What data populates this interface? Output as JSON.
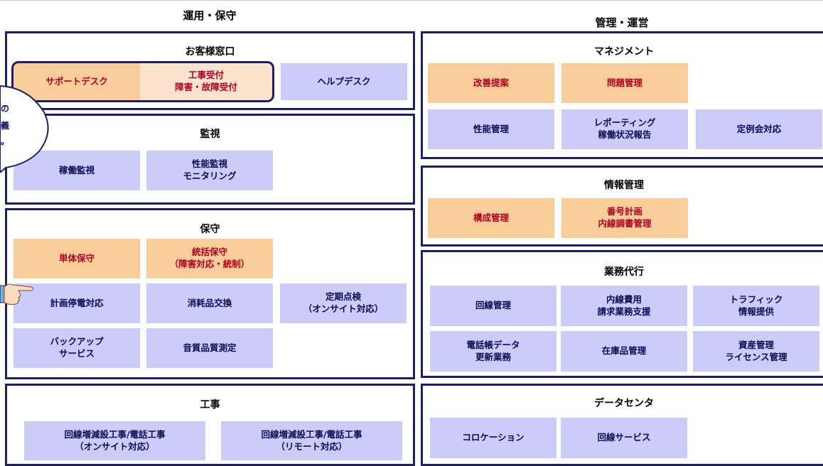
{
  "column_left_title": "運用・保守",
  "column_right_title": "管理・運営",
  "left": {
    "reception": {
      "title": "お客様窓口",
      "support_desk": "サポートデスク",
      "construction_reception": "工事受付\n障害・故障受付",
      "help_desk": "ヘルプデスク"
    },
    "monitoring": {
      "title": "監視",
      "operation_monitoring": "稼働監視",
      "performance_monitoring": "性能監視\nモニタリング"
    },
    "maintenance": {
      "title": "保守",
      "unit_maintenance": "単体保守",
      "integrated_maintenance": "統括保守\n（障害対応・統制）",
      "planned_outage": "計画停電対応",
      "consumables": "消耗品交換",
      "periodic_inspection": "定期点検\n（オンサイト対応）",
      "backup_service": "バックアップ\nサービス",
      "sound_quality": "音質品質測定"
    },
    "construction": {
      "title": "工事",
      "onsite": "回線増減設工事/電話工事\n（オンサイト対応）",
      "remote": "回線増減設工事/電話工事\n（リモート対応）"
    },
    "bubble_lines": [
      "の",
      "義",
      "。"
    ]
  },
  "right": {
    "management": {
      "title": "マネジメント",
      "improvement": "改善提案",
      "problem_management": "問題管理",
      "performance_management": "性能管理",
      "reporting": "レポーティング\n稼働状況報告",
      "regular_meeting": "定例会対応"
    },
    "information": {
      "title": "情報管理",
      "configuration": "構成管理",
      "numbering": "番号計画\n内線調書管理"
    },
    "agency": {
      "title": "業務代行",
      "line_management": "回線管理",
      "extension_billing": "内線費用\n請求業務支援",
      "traffic_info": "トラフィック\n情報提供",
      "phonebook": "電話帳データ\n更新業務",
      "inventory": "在庫品管理",
      "asset_license": "資産管理\nライセンス管理"
    },
    "datacenter": {
      "title": "データセンタ",
      "colocation": "コロケーション",
      "line_service": "回線サービス"
    }
  },
  "colors": {
    "frame": "#1f1c6b",
    "blue_box": "#ccccf8",
    "orange_box": "#f9cd9a",
    "peach_box": "#fbe3cd",
    "orange_text": "#b00020"
  }
}
